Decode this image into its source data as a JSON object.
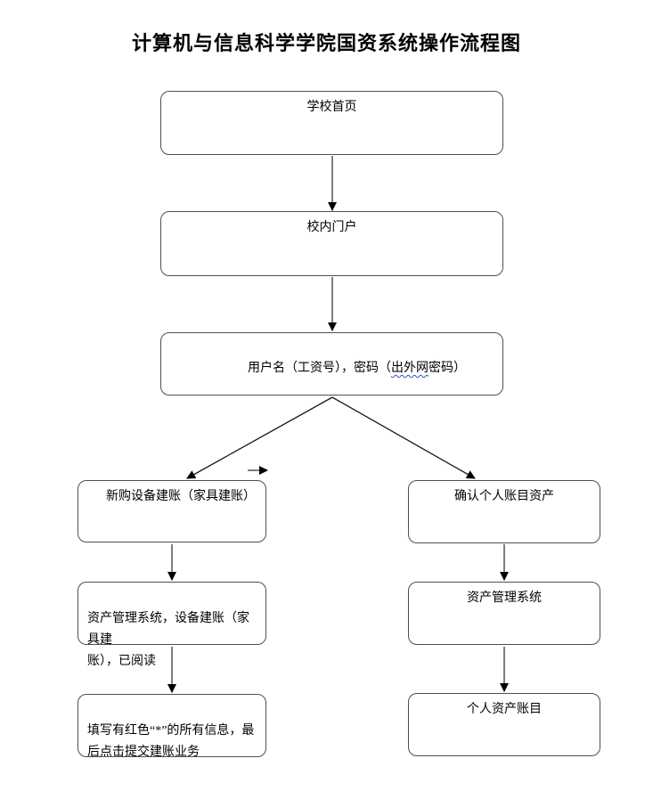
{
  "title": "计算机与信息科学学院国资系统操作流程图",
  "nodes": {
    "school_home": {
      "label": "学校首页"
    },
    "campus_portal": {
      "label": "校内门户"
    },
    "login": {
      "prefix": "用户名（工资号），密码（",
      "underlined": "出外网",
      "suffix": "密码）"
    },
    "new_device_account": {
      "label": "新购设备建账（家具建账）"
    },
    "confirm_personal_assets": {
      "label": "确认个人账目资产"
    },
    "asset_system_device": {
      "label": "资产管理系统，设备建账（家具建\n账），已阅读"
    },
    "asset_system": {
      "label": "资产管理系统"
    },
    "fill_required_info": {
      "label": "填写有红色“*”的所有信息，最\n后点击提交建账业务"
    },
    "personal_asset_account": {
      "label": "个人资产账目"
    }
  },
  "colors": {
    "background": "#ffffff",
    "text": "#000000",
    "box_border": "#4f4f4f",
    "arrow_line": "#7f7f7f",
    "arrow_head": "#000000",
    "spellcheck_underline": "#2e4fd8"
  }
}
